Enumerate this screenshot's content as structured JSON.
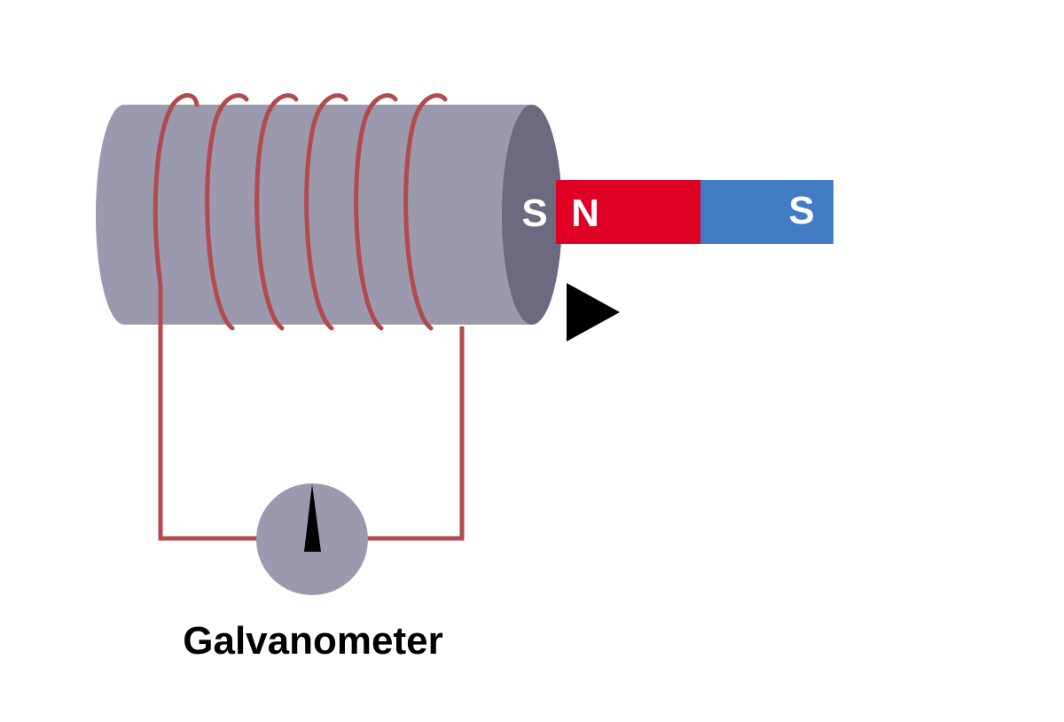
{
  "labels": {
    "coil_end_pole": "S",
    "magnet_north": "N",
    "magnet_south": "S",
    "galvanometer": "Galvanometer"
  },
  "colors": {
    "background": "#ffffff",
    "cylinder_body": "#9a99ad",
    "cylinder_face": "#6b6a7e",
    "wire": "#b24a4e",
    "magnet_north": "#e00026",
    "magnet_south": "#417bc3",
    "galvanometer_face": "#9a99ad",
    "needle": "#000000",
    "arrow": "#000000",
    "pole_text": "#ffffff",
    "caption_text": "#000000"
  },
  "icons": {
    "motion_arrow": "right-pointing-triangle",
    "needle": "upward-needle"
  }
}
